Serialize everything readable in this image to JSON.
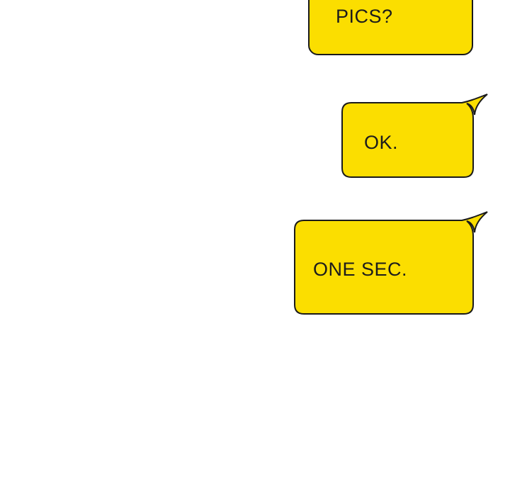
{
  "scene": {
    "description": "comic panel with three text-message style speech bubbles",
    "background_color": "#ffffff"
  },
  "colors": {
    "bubble_fill": "#FBDE00",
    "bubble_stroke": "#1a1a1a",
    "text": "#1c1c1c"
  },
  "bubbles": [
    {
      "id": "bubble-pics",
      "text": "PICS?",
      "tail": "none"
    },
    {
      "id": "bubble-ok",
      "text": "OK.",
      "tail": "top-right"
    },
    {
      "id": "bubble-one-sec",
      "text": "ONE SEC.",
      "tail": "top-right"
    }
  ]
}
